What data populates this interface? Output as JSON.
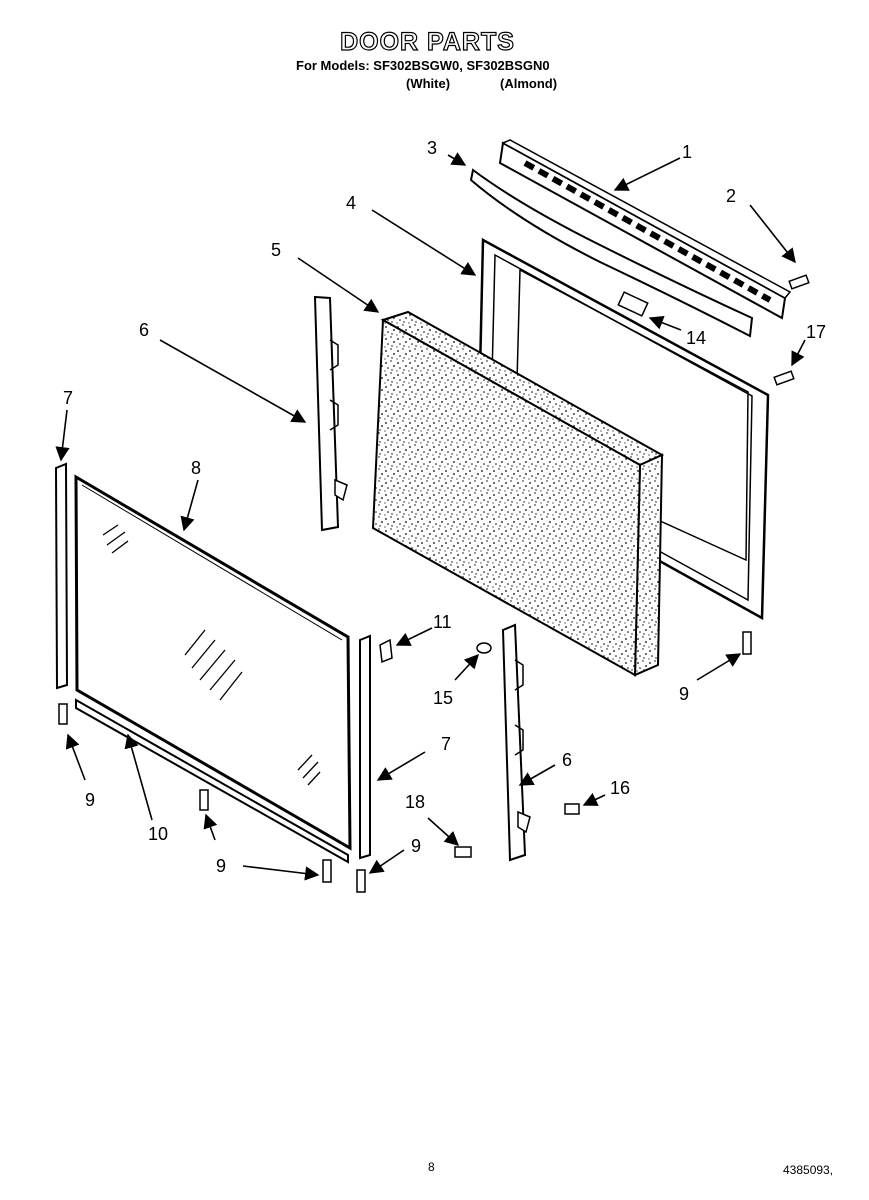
{
  "header": {
    "title": "DOOR PARTS",
    "models_line": "For Models: SF302BSGW0, SF302BSGN0",
    "variant_white": "(White)",
    "variant_almond": "(Almond)"
  },
  "callouts": {
    "c1": "1",
    "c2": "2",
    "c3": "3",
    "c4": "4",
    "c5": "5",
    "c6a": "6",
    "c6b": "6",
    "c7a": "7",
    "c7b": "7",
    "c8": "8",
    "c9a": "9",
    "c9b": "9",
    "c9c": "9",
    "c9d": "9",
    "c10": "10",
    "c11": "11",
    "c14": "14",
    "c15": "15",
    "c16": "16",
    "c17": "17",
    "c18": "18"
  },
  "footer": {
    "page_number": "8",
    "document_number": "4385093,"
  }
}
